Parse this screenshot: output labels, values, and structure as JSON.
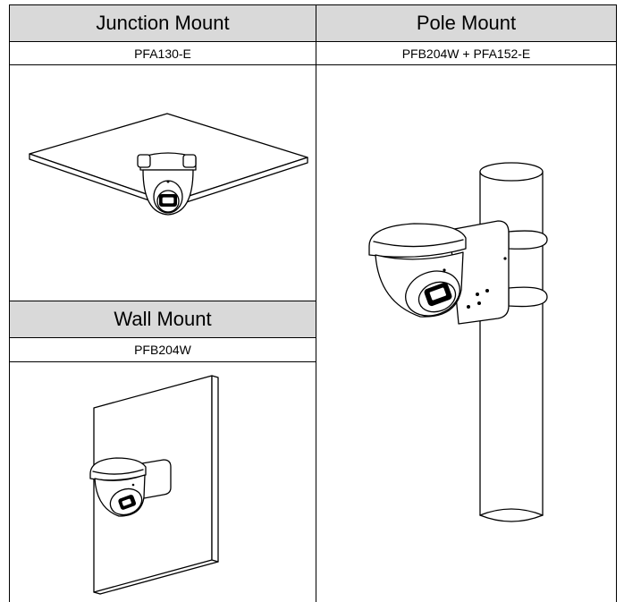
{
  "table": {
    "junction_mount": {
      "title": "Junction Mount",
      "model": "PFA130-E"
    },
    "pole_mount": {
      "title": "Pole Mount",
      "model": "PFB204W + PFA152-E"
    },
    "wall_mount": {
      "title": "Wall Mount",
      "model": "PFB204W"
    }
  },
  "colors": {
    "header_bg": "#d9d9d9",
    "border": "#000000"
  },
  "icons": {
    "junction": "ceiling-mounted-dome-camera-illustration",
    "pole": "pole-mounted-dome-camera-illustration",
    "wall": "wall-mounted-dome-camera-illustration"
  }
}
